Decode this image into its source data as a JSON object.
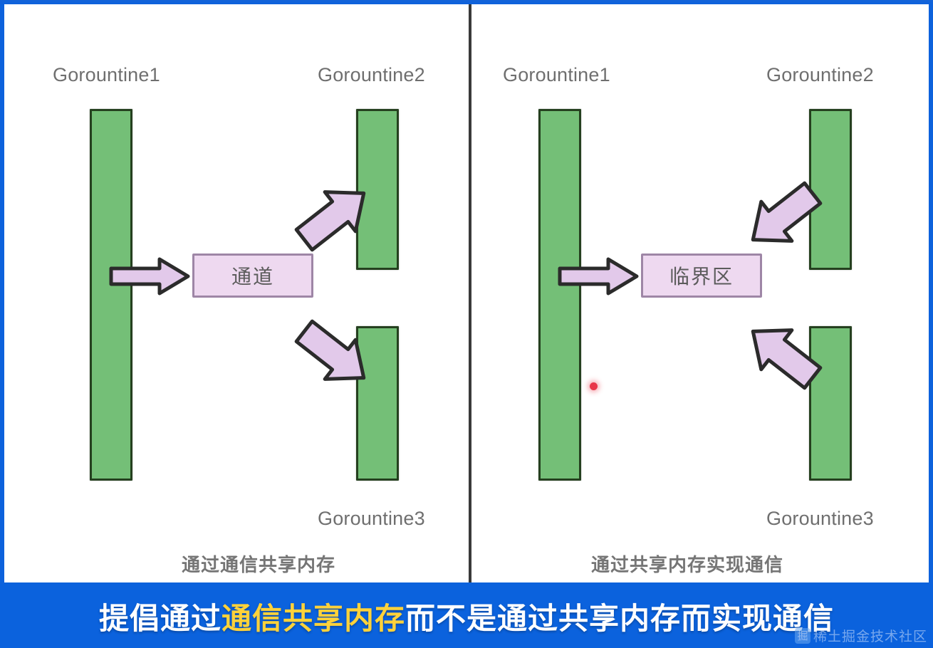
{
  "banner": {
    "prefix": "提倡通过",
    "highlight": "通信共享内存",
    "suffix": "而不是通过共享内存而实现通信",
    "bg_color": "#0b62dd",
    "text_color": "#ffffff",
    "highlight_color": "#ffd23a"
  },
  "watermark": {
    "logo_glyph": "掘",
    "text": "稀土掘金技术社区"
  },
  "theme": {
    "bar_fill": "#74bf77",
    "bar_border": "#25401f",
    "box_fill": "#eed9f0",
    "box_border": "#9e86a6",
    "arrow_fill": "#e2c9ea",
    "arrow_border": "#2b2b2b",
    "label_color": "#6f6f6f",
    "caption_color": "#757575",
    "canvas_bg": "#ffffff",
    "divider_color": "#3a3a3a",
    "cursor_color": "#e8374a"
  },
  "panels": [
    {
      "id": "left",
      "caption": "通过通信共享内存",
      "center_box": {
        "label": "通道",
        "name": "channel-box"
      },
      "bars": [
        {
          "name": "gorountine1-bar",
          "label": "Gorountine1",
          "label_position": "top"
        },
        {
          "name": "gorountine2-bar",
          "label": "Gorountine2",
          "label_position": "top"
        },
        {
          "name": "gorountine3-bar",
          "label": "Gorountine3",
          "label_position": "bottom"
        }
      ],
      "arrows": [
        {
          "name": "arrow-g1-to-channel",
          "from": "Gorountine1",
          "to": "通道",
          "direction": "right"
        },
        {
          "name": "arrow-channel-to-g2",
          "from": "通道",
          "to": "Gorountine2",
          "direction": "up-right"
        },
        {
          "name": "arrow-channel-to-g3",
          "from": "通道",
          "to": "Gorountine3",
          "direction": "down-right"
        }
      ]
    },
    {
      "id": "right",
      "caption": "通过共享内存实现通信",
      "center_box": {
        "label": "临界区",
        "name": "critical-section-box"
      },
      "bars": [
        {
          "name": "gorountine1-bar",
          "label": "Gorountine1",
          "label_position": "top"
        },
        {
          "name": "gorountine2-bar",
          "label": "Gorountine2",
          "label_position": "top"
        },
        {
          "name": "gorountine3-bar",
          "label": "Gorountine3",
          "label_position": "bottom"
        }
      ],
      "arrows": [
        {
          "name": "arrow-g1-to-critical-section",
          "from": "Gorountine1",
          "to": "临界区",
          "direction": "right"
        },
        {
          "name": "arrow-g2-to-critical-section",
          "from": "Gorountine2",
          "to": "临界区",
          "direction": "down-left"
        },
        {
          "name": "arrow-g3-to-critical-section",
          "from": "Gorountine3",
          "to": "临界区",
          "direction": "up-left"
        }
      ]
    }
  ]
}
